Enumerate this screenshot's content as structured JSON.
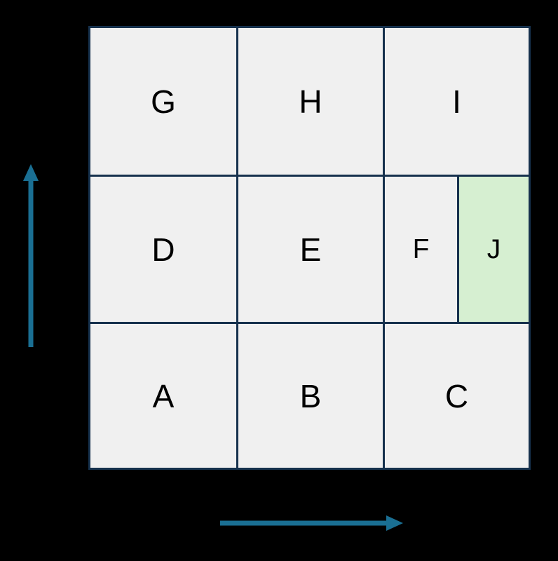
{
  "diagram": {
    "type": "grid-diagram",
    "background_color": "#000000",
    "cell_fill": "#f0f0f0",
    "cell_border_color": "#16314d",
    "highlight_fill": "#d6efd1",
    "arrow_color": "#1a6f93",
    "text_color": "#000000",
    "grid": {
      "rows": 3,
      "columns": 3,
      "row_labels_bottom_to_top": [
        "A B C",
        "D E F",
        "G H I"
      ],
      "cells": [
        {
          "id": "g",
          "label": "G",
          "row": 0,
          "col": 0,
          "highlighted": false
        },
        {
          "id": "h",
          "label": "H",
          "row": 0,
          "col": 1,
          "highlighted": false
        },
        {
          "id": "i",
          "label": "I",
          "row": 0,
          "col": 2,
          "highlighted": false
        },
        {
          "id": "d",
          "label": "D",
          "row": 1,
          "col": 0,
          "highlighted": false
        },
        {
          "id": "e",
          "label": "E",
          "row": 1,
          "col": 1,
          "highlighted": false
        },
        {
          "id": "f",
          "label": "F",
          "row": 1,
          "col": 2,
          "highlighted": false
        },
        {
          "id": "j",
          "label": "J",
          "row": 1,
          "col": 3,
          "highlighted": true
        },
        {
          "id": "a",
          "label": "A",
          "row": 2,
          "col": 0,
          "highlighted": false
        },
        {
          "id": "b",
          "label": "B",
          "row": 2,
          "col": 1,
          "highlighted": false
        },
        {
          "id": "c",
          "label": "C",
          "row": 2,
          "col": 2,
          "highlighted": false
        }
      ]
    },
    "axes": {
      "vertical": {
        "name": "vertical-axis-arrow",
        "direction": "up",
        "label": "",
        "color": "#1a6f93"
      },
      "horizontal": {
        "name": "horizontal-axis-arrow",
        "direction": "right",
        "label": "",
        "color": "#1a6f93"
      }
    }
  }
}
